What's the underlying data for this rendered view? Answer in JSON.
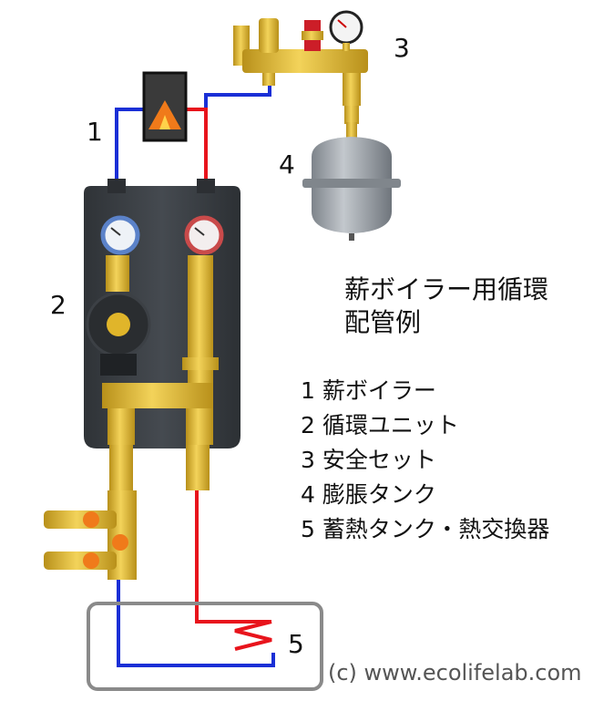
{
  "diagram": {
    "title_line1": "薪ボイラー用循環",
    "title_line2": "配管例",
    "callouts": {
      "boiler": "1",
      "unit": "2",
      "safety": "3",
      "expansion": "4",
      "storage": "5"
    },
    "legend": [
      {
        "label": "1 薪ボイラー"
      },
      {
        "label": "2 循環ユニット"
      },
      {
        "label": "3 安全セット"
      },
      {
        "label": "4 膨脹タンク"
      },
      {
        "label": "5 蓄熱タンク・熱交換器"
      }
    ],
    "copyright": "(c) www.ecolifelab.com",
    "colors": {
      "supply_pipe": "#e8141c",
      "return_pipe": "#1a2fd6",
      "brass": "#e8c23a",
      "panel": "#3b3f44",
      "tank": "#9aa0a6",
      "valve_handle": "#f07a1a"
    }
  }
}
